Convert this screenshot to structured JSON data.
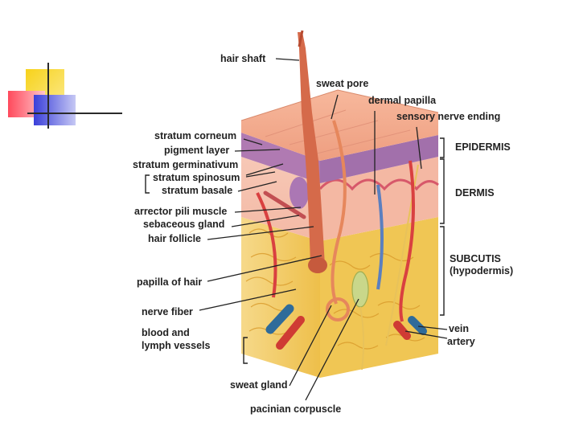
{
  "diagram": {
    "left_labels": [
      "hair shaft",
      "stratum corneum",
      "pigment layer",
      "stratum germinativum",
      "stratum spinosum",
      "stratum basale",
      "arrector pili muscle",
      "sebaceous gland",
      "hair follicle",
      "papilla of hair",
      "nerve fiber",
      "blood and\nlymph vessels"
    ],
    "top_labels": [
      "sweat pore",
      "dermal papilla",
      "sensory nerve ending"
    ],
    "bottom_labels": [
      "sweat gland",
      "pacinian corpuscle"
    ],
    "layer_labels": [
      "EPIDERMIS",
      "DERMIS",
      "SUBCUTIS\n(hypodermis)"
    ],
    "vessel_labels": [
      "vein",
      "artery"
    ]
  },
  "theme": {
    "accent_yellow": "#f7d21a",
    "accent_red": "#ff4a5c",
    "accent_blue": "#3a3fd9",
    "epidermis": "#f1a98c",
    "dermis": "#f6c2b0",
    "subcutis_fat": "#f2cf6a",
    "vein": "#2f6b9a",
    "artery": "#cf3b34"
  }
}
